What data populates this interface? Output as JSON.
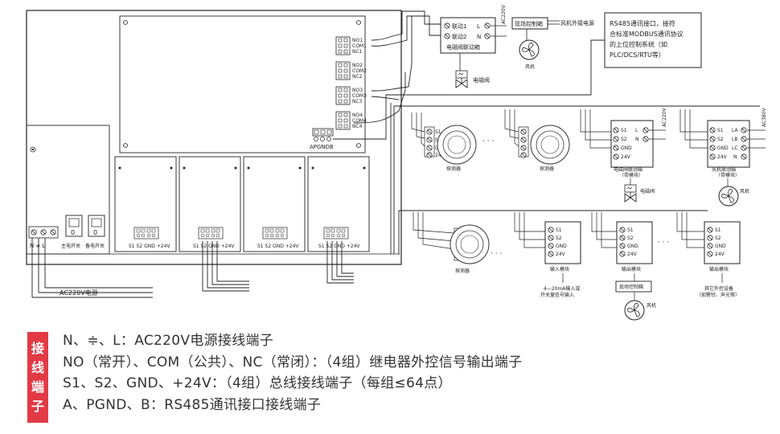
{
  "panel": {
    "relays": [
      {
        "no": "NO1",
        "com": "COM1",
        "nc": "NC1"
      },
      {
        "no": "NO2",
        "com": "COM2",
        "nc": "NC2"
      },
      {
        "no": "NO3",
        "com": "COM3",
        "nc": "NC3"
      },
      {
        "no": "NO4",
        "com": "COM4",
        "nc": "NC4"
      }
    ],
    "rs485_label": "APGNDB",
    "bus_label": "S1 S2 GND +24V",
    "power_terminals": "N ≑ L",
    "main_switch": "主电开关",
    "backup_switch": "备电开关",
    "switch_value": "0",
    "ac_label": "AC220V电源"
  },
  "top": {
    "linkage_box": {
      "in1": "联动1",
      "in2": "联动2",
      "l": "L",
      "n": "N",
      "title": "电磁阀联动箱",
      "ac": "AC220V"
    },
    "valve_label": "电磁阀",
    "field_box": "现场控制箱",
    "fan_power": "风机外接电源",
    "fan_label": "风机",
    "rs485_note": [
      "RS485通讯接口，接符",
      "合标准MODBUS通讯协议",
      "的上位控制系统（如",
      "PLC/DCS/RTU等）"
    ]
  },
  "row1": {
    "terms": [
      "S1",
      "S2",
      "GND",
      "24V"
    ],
    "detector": "探测器",
    "dots": "· · ·",
    "valve_box": {
      "l": "L",
      "n": "N",
      "title": "电磁阀联动箱",
      "sub": "（带模块）",
      "ac": "AC220V",
      "valve": "电磁阀"
    },
    "fan_box": {
      "la": "LA",
      "lb": "LB",
      "lc": "LC",
      "n": "N",
      "title": "风机联动箱",
      "sub": "（带模块）",
      "ac": "AC380V",
      "fan": "风机"
    }
  },
  "row2": {
    "terms": [
      "S1",
      "S2",
      "GND",
      "24V"
    ],
    "detector": "探测器",
    "dots": "· · ·",
    "input_module": "输入模块",
    "input_note": [
      "4—20mA输入或",
      "开关量信号输入"
    ],
    "output_module": "输出模块",
    "field_box": "现场控制箱",
    "fan": "风机",
    "other_note": [
      "其它外控设备",
      "（如警铃、声光等）"
    ]
  },
  "legend": {
    "tag": [
      "接",
      "线",
      "端",
      "子"
    ],
    "lines": [
      "N、≑、L：AC220V电源接线端子",
      "NO（常开）、COM（公共）、NC（常闭）：（4组）继电器外控信号输出端子",
      "S1、S2、GND、+24V：（4组）总线接线端子（每组≤64点）",
      "A、PGND、B：RS485通讯接口接线端子"
    ]
  }
}
